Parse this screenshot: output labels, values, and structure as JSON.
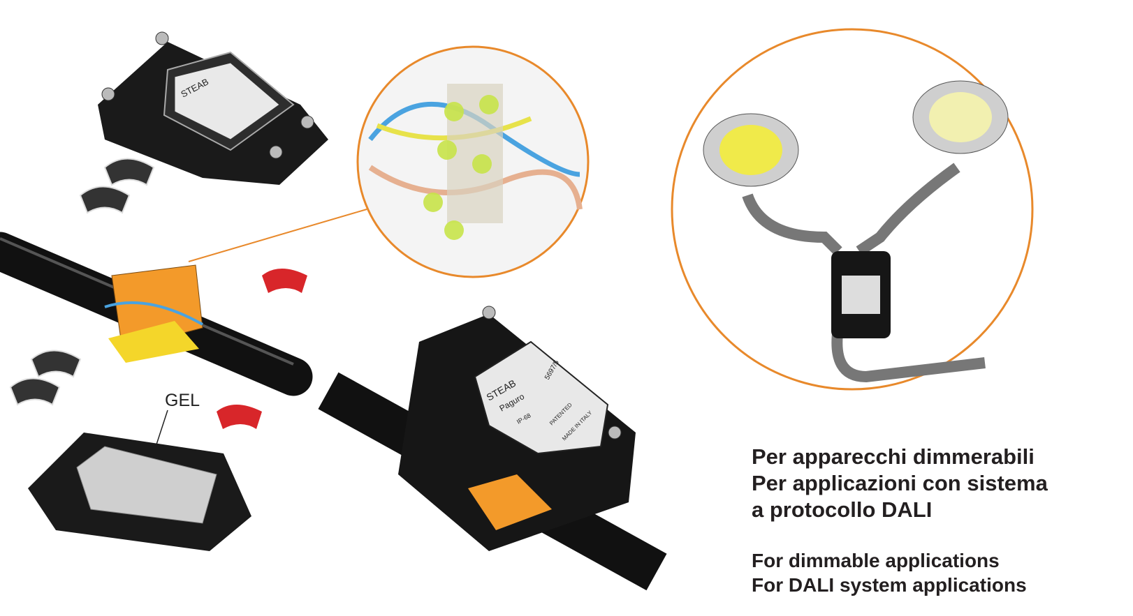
{
  "callout_label": "GEL",
  "product_marking": {
    "brand": "STEAB",
    "model": "Paguro",
    "code": "5697/5",
    "rating": "IP-68",
    "patent": "PATENTED",
    "origin": "MADE IN ITALY"
  },
  "description_it": {
    "line1": "Per apparecchi dimmerabili",
    "line2": "Per applicazioni con sistema",
    "line3": "a protocollo DALI"
  },
  "description_en": {
    "line1": "For dimmable applications",
    "line2": "For DALI system applications"
  },
  "colors": {
    "accent_orange": "#e8892b",
    "terminal_orange": "#f39a2a",
    "clip_red": "#d8262a",
    "lamp_yellow": "#f0ea4a",
    "text": "#231f20"
  }
}
